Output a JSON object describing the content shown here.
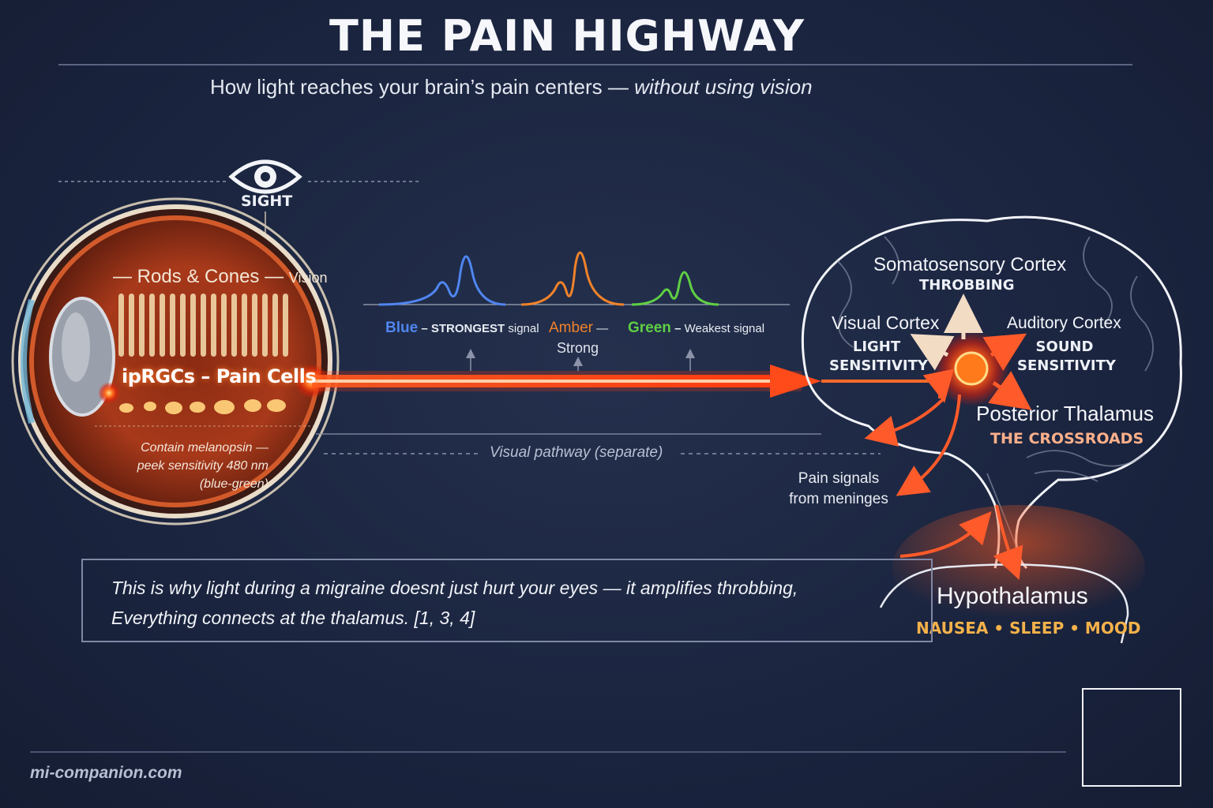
{
  "header": {
    "title": "THE PAIN HIGHWAY",
    "subtitle_main": "How light reaches your brain’s pain centers — ",
    "subtitle_emphasis": "without using vision"
  },
  "eye": {
    "sight_label": "SIGHT",
    "rods_label": "— Rods & Cones —",
    "vision_label": "Vision",
    "iprgc_label": "ipRGCs – Pain Cells",
    "melanopsin_lines": [
      "Contain melanopsin —",
      "peek sensitivity 480 nm",
      "(blue-green)"
    ]
  },
  "spectrum": {
    "blue": {
      "name": "Blue",
      "sep": " – ",
      "desc": "STRONGEST",
      "suffix": " signal",
      "color": "#4f86f0"
    },
    "amber": {
      "name": "Amber",
      "sep": " —",
      "desc": "Strong",
      "color": "#f0822a"
    },
    "green": {
      "name": "Green",
      "sep": " – ",
      "desc": "Weakest signal",
      "color": "#5fcf44"
    }
  },
  "pathway": {
    "visual_label": "Visual pathway (separate)"
  },
  "brain": {
    "somatosensory": {
      "title": "Somatosensory Cortex",
      "sub": "THROBBING"
    },
    "visual": {
      "title": "Visual Cortex",
      "sub1": "LIGHT",
      "sub2": "SENSITIVITY"
    },
    "auditory": {
      "title": "Auditory Cortex",
      "sub1": "SOUND",
      "sub2": "SENSITIVITY"
    },
    "thalamus": {
      "title": "Posterior Thalamus",
      "sub": "THE CROSSROADS"
    },
    "pain_signals": [
      "Pain signals",
      "from meninges"
    ],
    "hypothalamus": {
      "title": "Hypothalamus",
      "sub": "NAUSEA • SLEEP • MOOD"
    }
  },
  "callout": {
    "line1": "This is why light during a migraine doesnt just hurt your eyes — it amplifies throbbing,",
    "line2": "Everything connects at the thalamus. [1, 3, 4]"
  },
  "footer": {
    "site": "mi-companion.com"
  },
  "colors": {
    "pain_red": "#ff4a1a",
    "amber": "#f4b24a",
    "background": "#1b2540"
  }
}
